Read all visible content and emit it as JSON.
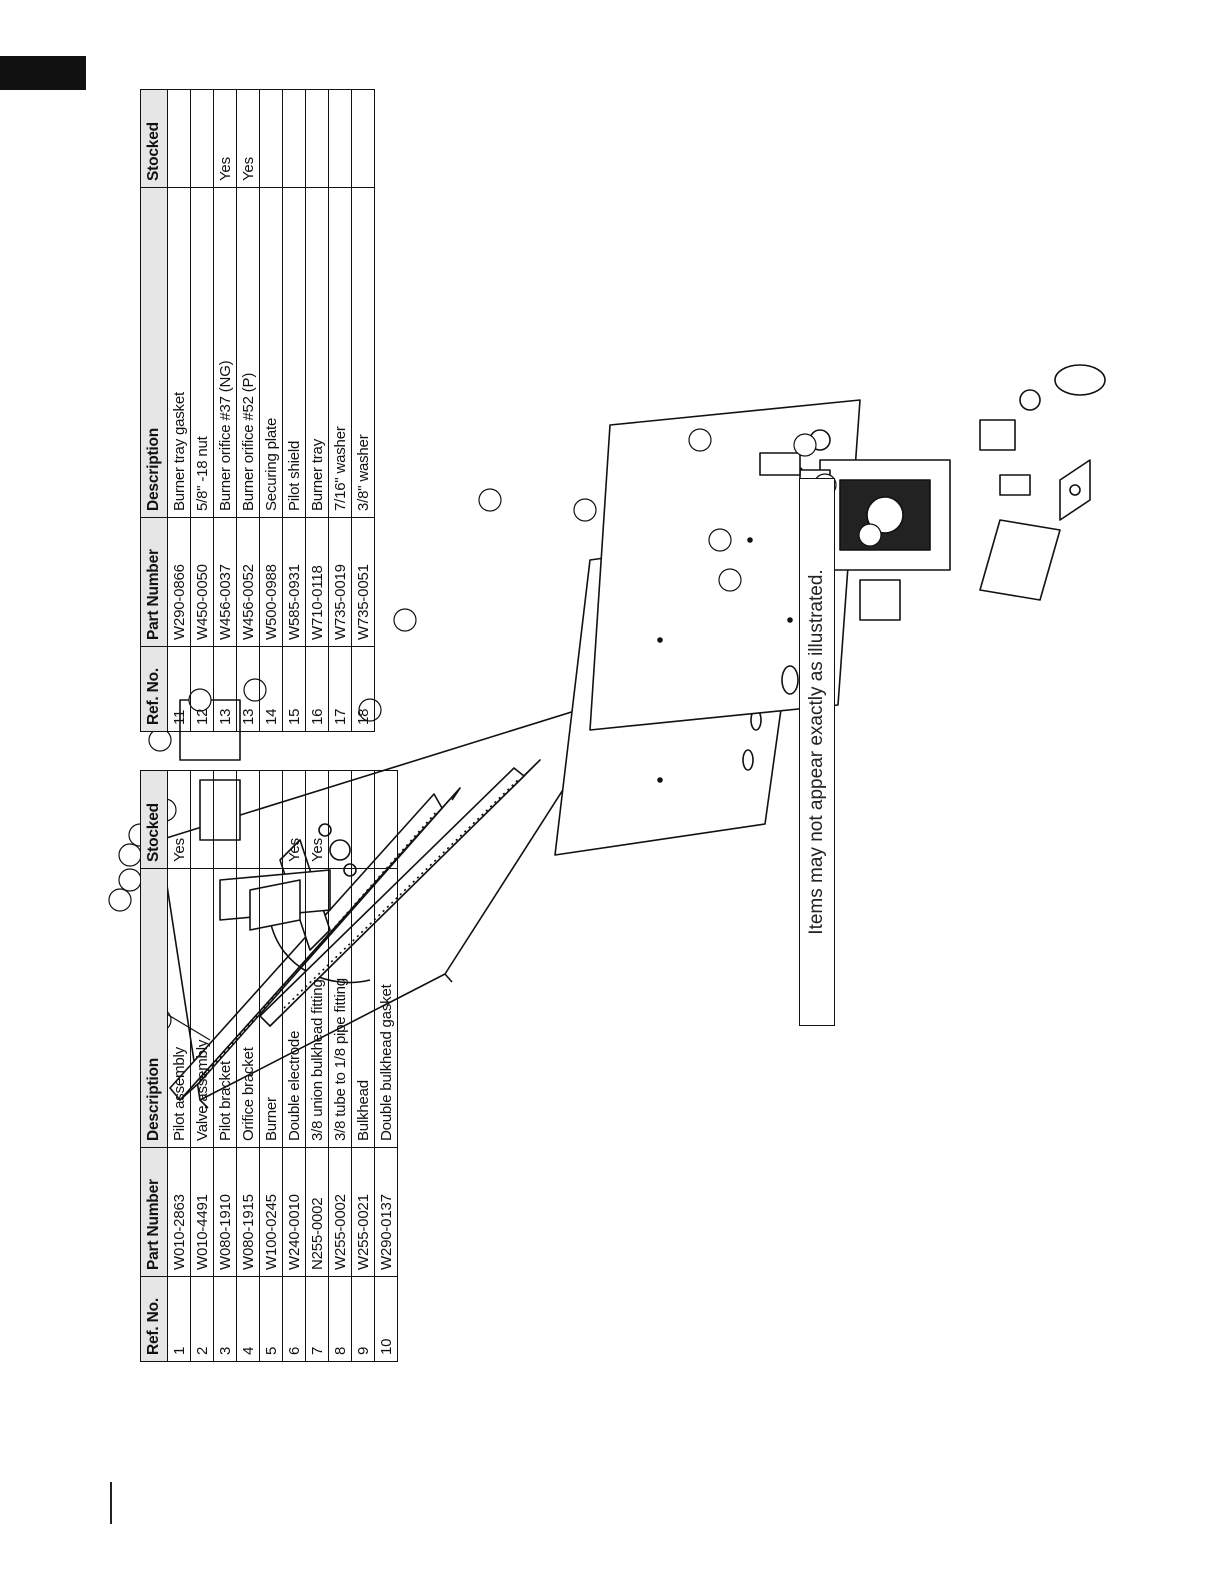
{
  "parts_table_left": {
    "headers": [
      "Ref. No.",
      "Part Number",
      "Description",
      "Stocked"
    ],
    "rows": [
      {
        "ref": "1",
        "part": "W010-2863",
        "desc": "Pilot assembly",
        "stocked": "Yes"
      },
      {
        "ref": "2",
        "part": "W010-4491",
        "desc": "Valve assembly",
        "stocked": ""
      },
      {
        "ref": "3",
        "part": "W080-1910",
        "desc": "Pilot bracket",
        "stocked": ""
      },
      {
        "ref": "4",
        "part": "W080-1915",
        "desc": "Orifice bracket",
        "stocked": ""
      },
      {
        "ref": "5",
        "part": "W100-0245",
        "desc": "Burner",
        "stocked": ""
      },
      {
        "ref": "6",
        "part": "W240-0010",
        "desc": "Double electrode",
        "stocked": "Yes"
      },
      {
        "ref": "7",
        "part": "N255-0002",
        "desc": "3/8 union bulkhead fitting",
        "stocked": "Yes"
      },
      {
        "ref": "8",
        "part": "W255-0002",
        "desc": "3/8 tube to 1/8 pipe fitting",
        "stocked": ""
      },
      {
        "ref": "9",
        "part": "W255-0021",
        "desc": "Bulkhead",
        "stocked": ""
      },
      {
        "ref": "10",
        "part": "W290-0137",
        "desc": "Double bulkhead gasket",
        "stocked": ""
      }
    ]
  },
  "parts_table_right": {
    "headers": [
      "Ref. No.",
      "Part Number",
      "Description",
      "Stocked"
    ],
    "rows": [
      {
        "ref": "11",
        "part": "W290-0866",
        "desc": "Burner tray gasket",
        "stocked": ""
      },
      {
        "ref": "12",
        "part": "W450-0050",
        "desc": "5/8\" -18 nut",
        "stocked": ""
      },
      {
        "ref": "13",
        "part": "W456-0037",
        "desc": "Burner orifice #37 (NG)",
        "stocked": "Yes"
      },
      {
        "ref": "13",
        "part": "W456-0052",
        "desc": "Burner orifice #52 (P)",
        "stocked": "Yes"
      },
      {
        "ref": "14",
        "part": "W500-0988",
        "desc": "Securing plate",
        "stocked": ""
      },
      {
        "ref": "15",
        "part": "W585-0931",
        "desc": "Pilot shield",
        "stocked": ""
      },
      {
        "ref": "16",
        "part": "W710-0118",
        "desc": "Burner tray",
        "stocked": ""
      },
      {
        "ref": "17",
        "part": "W735-0019",
        "desc": "7/16\" washer",
        "stocked": ""
      },
      {
        "ref": "18",
        "part": "W735-0051",
        "desc": "3/8\" washer",
        "stocked": ""
      }
    ]
  },
  "note": "Items may not appear exactly as illustrated."
}
